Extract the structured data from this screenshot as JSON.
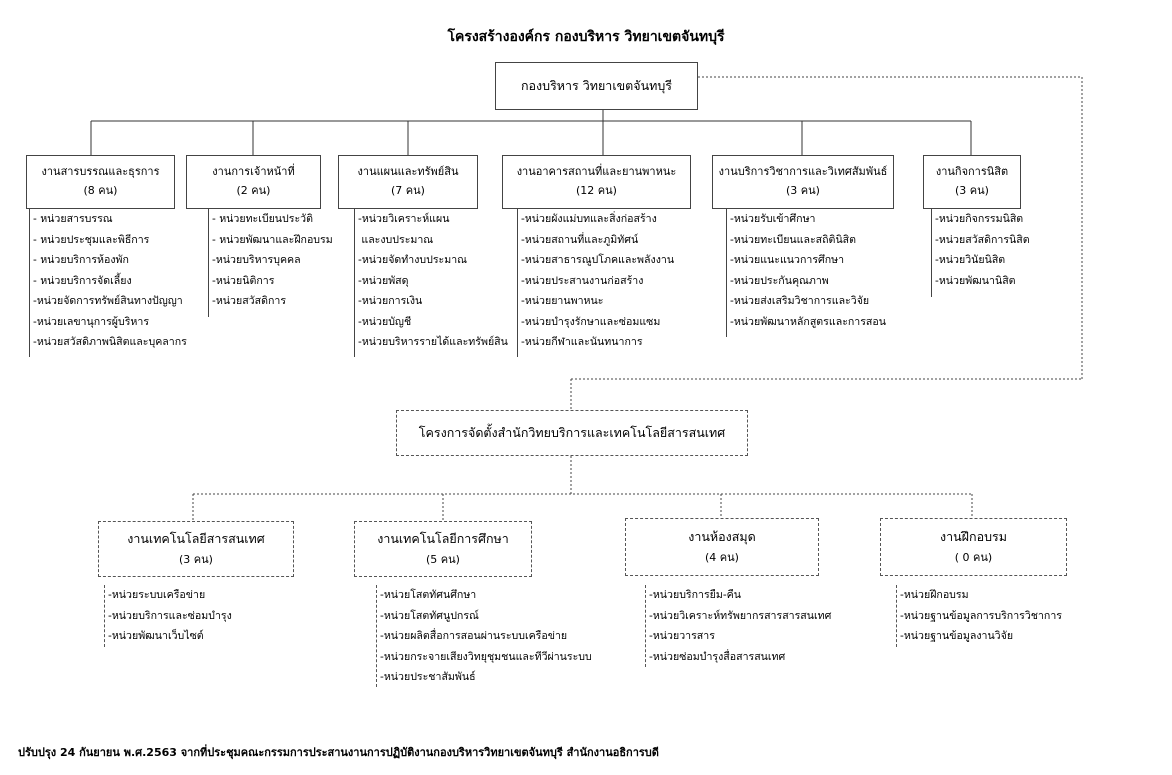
{
  "title": "โครงสร้างองค์กร  กองบริหาร วิทยาเขตจันทบุรี",
  "root": {
    "label": "กองบริหาร วิทยาเขตจันทบุรี"
  },
  "units": [
    {
      "name": "งานสารบรรณและธุรการ",
      "count": "(8 คน)",
      "items": [
        "- หน่วยสารบรรณ",
        "- หน่วยประชุมและพิธีการ",
        "- หน่วยบริการห้องพัก",
        "- หน่วยบริการจัดเลี้ยง",
        "-หน่วยจัดการทรัพย์สินทางปัญญา",
        "-หน่วยเลขานุการผู้บริหาร",
        "-หน่วยสวัสดิภาพนิสิตและบุคลากร"
      ]
    },
    {
      "name": "งานการเจ้าหน้าที่",
      "count": "(2 คน)",
      "items": [
        "- หน่วยทะเบียนประวัติ",
        "- หน่วยพัฒนาและฝึกอบรม",
        "-หน่วยบริหารบุคคล",
        "-หน่วยนิติการ",
        "-หน่วยสวัสดิการ"
      ]
    },
    {
      "name": "งานแผนและทรัพย์สิน",
      "count": "(7 คน)",
      "items": [
        "-หน่วยวิเคราะห์แผน",
        " และงบประมาณ",
        "-หน่วยจัดทำงบประมาณ",
        "-หน่วยพัสดุ",
        "-หน่วยการเงิน",
        "-หน่วยบัญชี",
        "-หน่วยบริหารรายได้และทรัพย์สิน"
      ]
    },
    {
      "name": "งานอาคารสถานที่และยานพาหนะ",
      "count": "(12 คน)",
      "items": [
        "-หน่วยผังแม่บทและสิ่งก่อสร้าง",
        "-หน่วยสถานที่และภูมิทัศน์",
        "-หน่วยสาธารณูปโภคและพลังงาน",
        "-หน่วยประสานงานก่อสร้าง",
        "-หน่วยยานพาหนะ",
        "-หน่วยบำรุงรักษาและซ่อมแซม",
        "-หน่วยกีฬาและนันทนาการ"
      ]
    },
    {
      "name": "งานบริการวิชาการและวิเทศสัมพันธ์",
      "count": "(3 คน)",
      "items": [
        "-หน่วยรับเข้าศึกษา",
        "-หน่วยทะเบียนและสถิตินิสิต",
        "-หน่วยแนะแนวการศึกษา",
        "-หน่วยประกันคุณภาพ",
        "-หน่วยส่งเสริมวิชาการและวิจัย",
        "-หน่วยพัฒนาหลักสูตรและการสอน"
      ]
    },
    {
      "name": "งานกิจการนิสิต",
      "count": "(3 คน)",
      "items": [
        "-หน่วยกิจกรรมนิสิต",
        "-หน่วยสวัสดิการนิสิต",
        "-หน่วยวินัยนิสิต",
        "-หน่วยพัฒนานิสิต"
      ]
    }
  ],
  "project": {
    "label": "โครงการจัดตั้งสำนักวิทยบริการและเทคโนโลยีสารสนเทศ"
  },
  "project_units": [
    {
      "name": "งานเทคโนโลยีสารสนเทศ",
      "count": "(3 คน)",
      "items": [
        "-หน่วยระบบเครือข่าย",
        "-หน่วยบริการและซ่อมบำรุง",
        "-หน่วยพัฒนาเว็บไซต์"
      ]
    },
    {
      "name": "งานเทคโนโลยีการศึกษา",
      "count": "(5 คน)",
      "items": [
        "-หน่วยโสตทัศนศึกษา",
        "-หน่วยโสตทัศนูปกรณ์",
        "-หน่วยผลิตสื่อการสอนผ่านระบบเครือข่าย",
        "-หน่วยกระจายเสียงวิทยุชุมชนและทีวีผ่านระบบ",
        "-หน่วยประชาสัมพันธ์"
      ]
    },
    {
      "name": "งานห้องสมุด",
      "count": "(4  คน)",
      "items": [
        "-หน่วยบริการยืม-คืน",
        "-หน่วยวิเคราะห์ทรัพยากรสารสารสนเทศ",
        "-หน่วยวารสาร",
        "-หน่วยซ่อมบำรุงสื่อสารสนเทศ"
      ]
    },
    {
      "name": "งานฝึกอบรม",
      "count": "( 0 คน)",
      "items": [
        "-หน่วยฝึกอบรม",
        "-หน่วยฐานข้อมูลการบริการวิชาการ",
        "-หน่วยฐานข้อมูลงานวิจัย"
      ]
    }
  ],
  "footer": "ปรับปรุง 24 กันยายน พ.ศ.2563  จากที่ประชุมคณะกรรมการประสานงานการปฏิบัติงานกองบริหารวิทยาเขตจันทบุรี  สำนักงานอธิการบดี"
}
